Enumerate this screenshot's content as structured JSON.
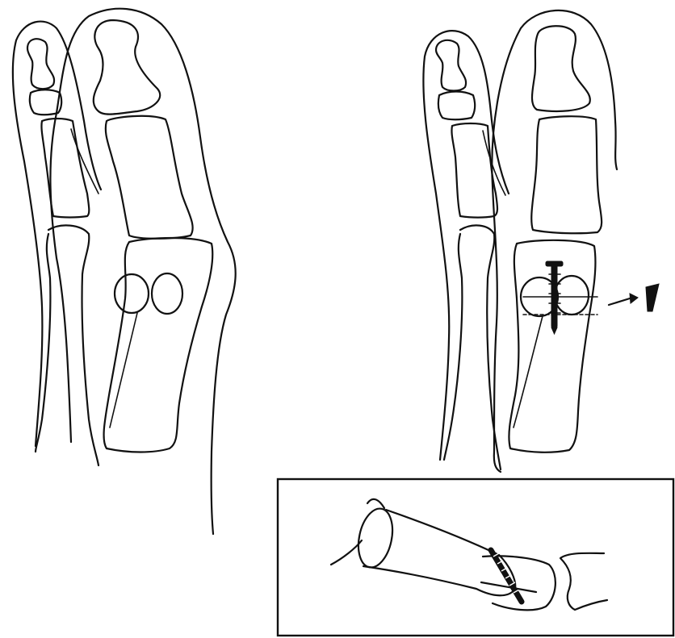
{
  "figure": {
    "panels": [
      {
        "id": "left",
        "content": "preoperative-foot-drawing"
      },
      {
        "id": "right",
        "content": "postoperative-foot-drawing-with-screw"
      },
      {
        "id": "inset",
        "content": "lateral-view-inset-with-screw"
      }
    ],
    "arrow_symbol": "arrow-right-icon",
    "wedge_symbol": "bone-wedge-icon",
    "colors": {
      "ink": "#111111",
      "background": "#ffffff"
    }
  }
}
